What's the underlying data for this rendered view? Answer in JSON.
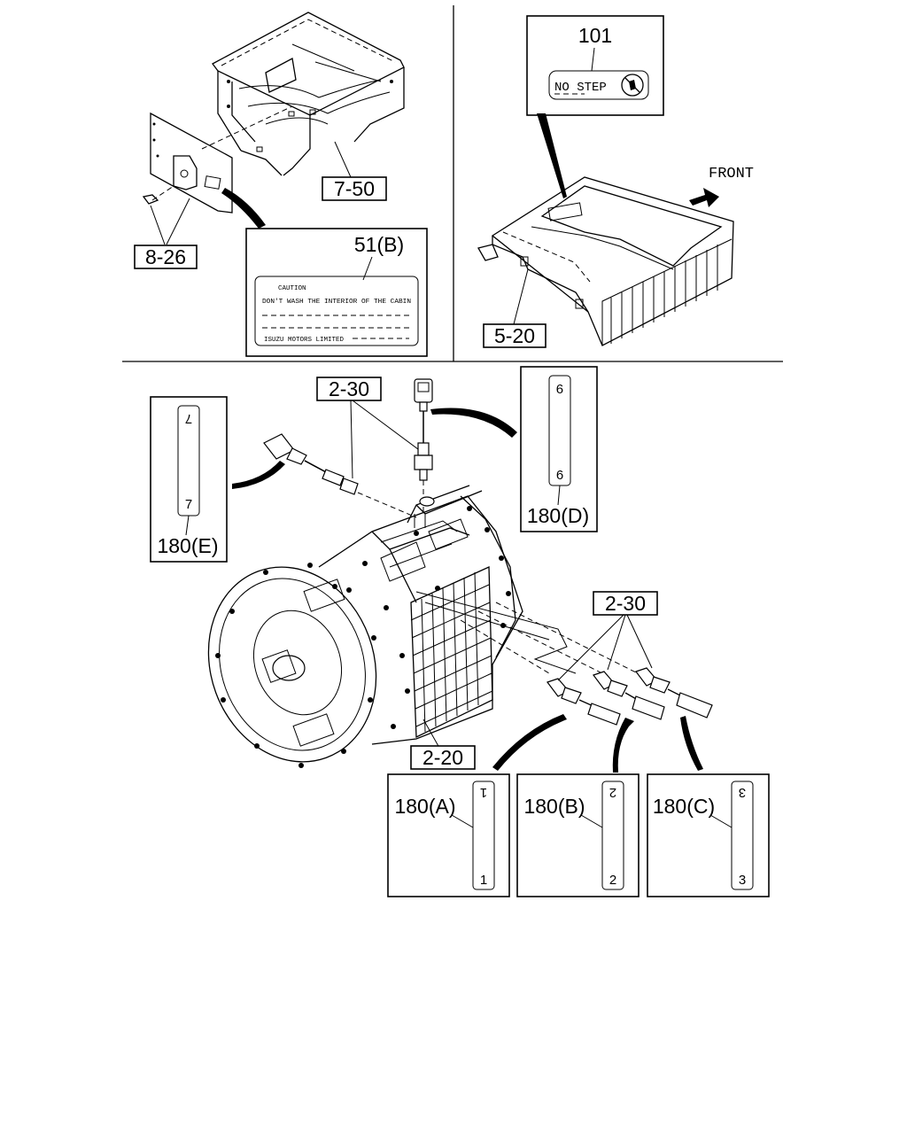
{
  "panels": {
    "top_left": {
      "callouts": {
        "cab_floor": "7-50",
        "bolt": "8-26"
      },
      "caution_label": {
        "part_ref": "51(B)",
        "heading": "CAUTION",
        "line1": "DON'T WASH THE INTERIOR OF THE CABIN",
        "footer": "ISUZU MOTORS LIMITED"
      }
    },
    "top_right": {
      "no_step_label": {
        "part_ref": "101",
        "text": "NO STEP"
      },
      "front_arrow": "FRONT",
      "callouts": {
        "cover": "5-20"
      }
    },
    "bottom": {
      "callouts": {
        "switch_upper": "2-30",
        "switch_right": "2-30",
        "transmission": "2-20"
      },
      "tags": {
        "D": {
          "ref": "180(D)",
          "top": "9",
          "bottom": "6"
        },
        "E": {
          "ref": "180(E)",
          "top": "7",
          "bottom": "7"
        },
        "A": {
          "ref": "180(A)",
          "top": "1",
          "bottom": "1"
        },
        "B": {
          "ref": "180(B)",
          "top": "2",
          "bottom": "2"
        },
        "C": {
          "ref": "180(C)",
          "top": "3",
          "bottom": "3"
        }
      }
    }
  }
}
